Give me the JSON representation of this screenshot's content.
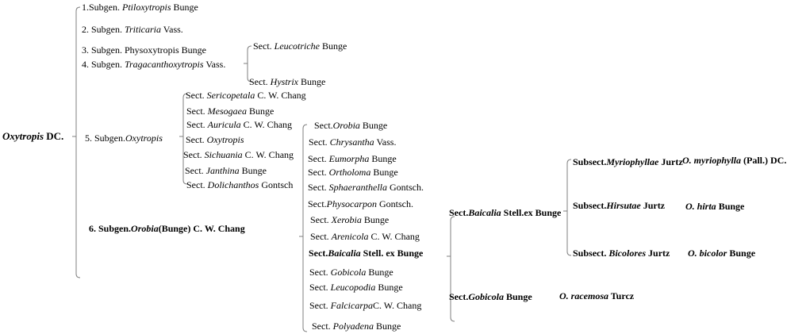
{
  "root": [
    {
      "t": "Oxytropis",
      "i": true
    },
    {
      "t": " DC."
    }
  ],
  "subgenera": {
    "ptiloxytropis": [
      {
        "t": "1.Subgen. "
      },
      {
        "t": "Ptiloxytropis",
        "i": true
      },
      {
        "t": " Bunge"
      }
    ],
    "triticaria": [
      {
        "t": "2. Subgen. "
      },
      {
        "t": "Triticaria",
        "i": true
      },
      {
        "t": " Vass."
      }
    ],
    "physoxytropis": [
      {
        "t": "3. Subgen. Physoxytropis Bunge"
      }
    ],
    "tragacanthoxytropis": [
      {
        "t": "4. Subgen. "
      },
      {
        "t": "Tragacanthoxytropis",
        "i": true
      },
      {
        "t": " Vass."
      }
    ],
    "oxytropis": [
      {
        "t": "5. Subgen."
      },
      {
        "t": "Oxytropis",
        "i": true
      }
    ],
    "orobia": [
      {
        "t": "6. "
      },
      {
        "t": "Subgen."
      },
      {
        "t": "Orobia",
        "i": true
      },
      {
        "t": "(Bunge) C. W. Chang"
      }
    ]
  },
  "tragacanthoxytropis_sections": {
    "leucotriche": [
      {
        "t": "Sect. "
      },
      {
        "t": "Leucotriche",
        "i": true
      },
      {
        "t": " Bunge"
      }
    ],
    "hystrix": [
      {
        "t": "Sect. "
      },
      {
        "t": "Hystrix",
        "i": true
      },
      {
        "t": " Bunge"
      }
    ]
  },
  "oxytropis_sections": {
    "sericopetala": [
      {
        "t": "Sect. "
      },
      {
        "t": "Sericopetala",
        "i": true
      },
      {
        "t": " C. W. Chang"
      }
    ],
    "mesogaea": [
      {
        "t": "Sect. "
      },
      {
        "t": "Mesogaea",
        "i": true
      },
      {
        "t": " Bunge"
      }
    ],
    "auricula": [
      {
        "t": "Sect. "
      },
      {
        "t": "Auricula",
        "i": true
      },
      {
        "t": " C. W. Chang"
      }
    ],
    "oxytropis": [
      {
        "t": "Sect. "
      },
      {
        "t": "Oxytropis",
        "i": true
      }
    ],
    "sichuania": [
      {
        "t": "Sect. "
      },
      {
        "t": "Sichuania",
        "i": true
      },
      {
        "t": " C. W. Chang"
      }
    ],
    "janthina": [
      {
        "t": "Sect. "
      },
      {
        "t": "Janthina",
        "i": true
      },
      {
        "t": " Bunge"
      }
    ],
    "dolichanthos": [
      {
        "t": "Sect. "
      },
      {
        "t": "Dolichanthos",
        "i": true
      },
      {
        "t": " Gontsch"
      }
    ]
  },
  "orobia_sections": {
    "orobia": [
      {
        "t": "Sect."
      },
      {
        "t": "Orobia",
        "i": true
      },
      {
        "t": " Bunge"
      }
    ],
    "chrysantha": [
      {
        "t": "Sect. "
      },
      {
        "t": "Chrysantha",
        "i": true
      },
      {
        "t": " Vass."
      }
    ],
    "eumorpha": [
      {
        "t": "Sect. "
      },
      {
        "t": "Eumorpha",
        "i": true
      },
      {
        "t": " Bunge"
      }
    ],
    "ortholoma": [
      {
        "t": "Sect. "
      },
      {
        "t": "Ortholoma",
        "i": true
      },
      {
        "t": " Bunge"
      }
    ],
    "sphaeranthella": [
      {
        "t": "Sect. "
      },
      {
        "t": "Sphaeranthella",
        "i": true
      },
      {
        "t": " Gontsch."
      }
    ],
    "physocarpon": [
      {
        "t": "Sect."
      },
      {
        "t": "Physocarpon",
        "i": true
      },
      {
        "t": " Gontsch."
      }
    ],
    "xerobia": [
      {
        "t": "Sect. "
      },
      {
        "t": "Xerobia",
        "i": true
      },
      {
        "t": " Bunge"
      }
    ],
    "arenicola": [
      {
        "t": "Sect. "
      },
      {
        "t": "Arenicola",
        "i": true
      },
      {
        "t": " C. W. Chang"
      }
    ],
    "baicalia": [
      {
        "t": "Sect."
      },
      {
        "t": "Baicalia",
        "i": true
      },
      {
        "t": " Stell. ex Bunge"
      }
    ],
    "gobicola": [
      {
        "t": "Sect. "
      },
      {
        "t": "Gobicola",
        "i": true
      },
      {
        "t": " Bunge"
      }
    ],
    "leucopodia": [
      {
        "t": "Sect. "
      },
      {
        "t": "Leucopodia",
        "i": true
      },
      {
        "t": " Bunge"
      }
    ],
    "falcicarpa": [
      {
        "t": "Sect. "
      },
      {
        "t": "Falcicarpa",
        "i": true
      },
      {
        "t": "C. W. Chang"
      }
    ],
    "polyadena": [
      {
        "t": "Sect. "
      },
      {
        "t": "Polyadena",
        "i": true
      },
      {
        "t": " Bunge"
      }
    ]
  },
  "sections_detail": {
    "baicalia": [
      {
        "t": "Sect."
      },
      {
        "t": "Baicalia",
        "i": true
      },
      {
        "t": " Stell.ex Bunge"
      }
    ],
    "gobicola": [
      {
        "t": "Sect."
      },
      {
        "t": "Gobicola",
        "i": true
      },
      {
        "t": " Bunge"
      }
    ]
  },
  "subsections": {
    "myriophyllae": [
      {
        "t": "Subsect."
      },
      {
        "t": "Myriophyllae",
        "i": true
      },
      {
        "t": " Jurtz"
      }
    ],
    "hirsutae": [
      {
        "t": "Subsect."
      },
      {
        "t": "Hirsutae",
        "i": true
      },
      {
        "t": " Jurtz"
      }
    ],
    "bicolores": [
      {
        "t": "Subsect. "
      },
      {
        "t": "Bicolores",
        "i": true
      },
      {
        "t": " Jurtz"
      }
    ]
  },
  "species": {
    "myriophylla": [
      {
        "t": "O. myriophylla",
        "i": true
      },
      {
        "t": " (Pall.) DC."
      }
    ],
    "hirta": [
      {
        "t": "O. hirta",
        "i": true
      },
      {
        "t": " Bunge"
      }
    ],
    "bicolor": [
      {
        "t": "O. bicolor",
        "i": true
      },
      {
        "t": " Bunge"
      }
    ],
    "racemosa": [
      {
        "t": "O. racemosa",
        "i": true
      },
      {
        "t": " Turcz"
      }
    ]
  },
  "line_color": "#7f7f7f"
}
